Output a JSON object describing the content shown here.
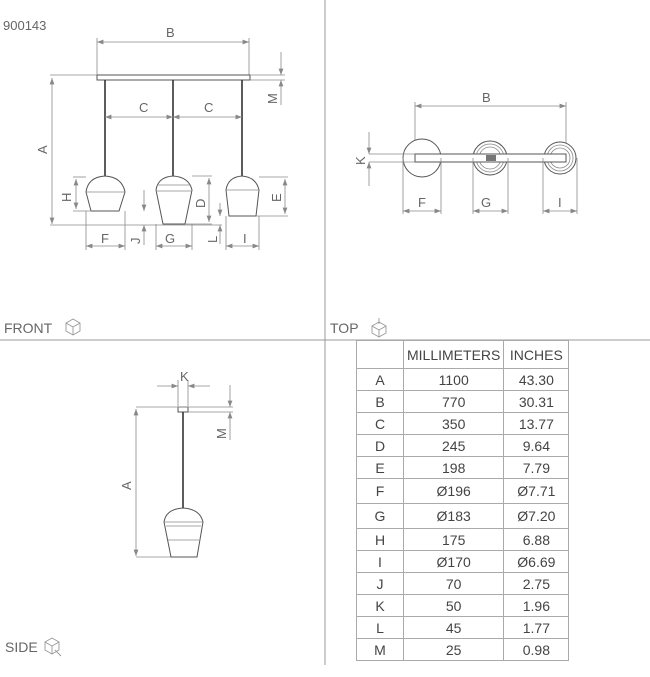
{
  "product_code": "900143",
  "views": {
    "front": "FRONT",
    "top": "TOP",
    "side": "SIDE"
  },
  "dim_letters": {
    "A": "A",
    "B": "B",
    "C": "C",
    "D": "D",
    "E": "E",
    "F": "F",
    "G": "G",
    "H": "H",
    "I": "I",
    "J": "J",
    "K": "K",
    "L": "L",
    "M": "M"
  },
  "table": {
    "headers": [
      "",
      "MILLIMETERS",
      "INCHES"
    ],
    "rows": [
      {
        "dim": "A",
        "mm": "1100",
        "in": "43.30"
      },
      {
        "dim": "B",
        "mm": "770",
        "in": "30.31"
      },
      {
        "dim": "C",
        "mm": "350",
        "in": "13.77"
      },
      {
        "dim": "D",
        "mm": "245",
        "in": "9.64"
      },
      {
        "dim": "E",
        "mm": "198",
        "in": "7.79"
      },
      {
        "dim": "F",
        "mm": "Ø196",
        "in": "Ø7.71"
      },
      {
        "dim": "G",
        "mm": "Ø183",
        "in": "Ø7.20"
      },
      {
        "dim": "H",
        "mm": "175",
        "in": "6.88"
      },
      {
        "dim": "I",
        "mm": "Ø170",
        "in": "Ø6.69"
      },
      {
        "dim": "J",
        "mm": "70",
        "in": "2.75"
      },
      {
        "dim": "K",
        "mm": "50",
        "in": "1.96"
      },
      {
        "dim": "L",
        "mm": "45",
        "in": "1.77"
      },
      {
        "dim": "M",
        "mm": "25",
        "in": "0.98"
      }
    ]
  }
}
